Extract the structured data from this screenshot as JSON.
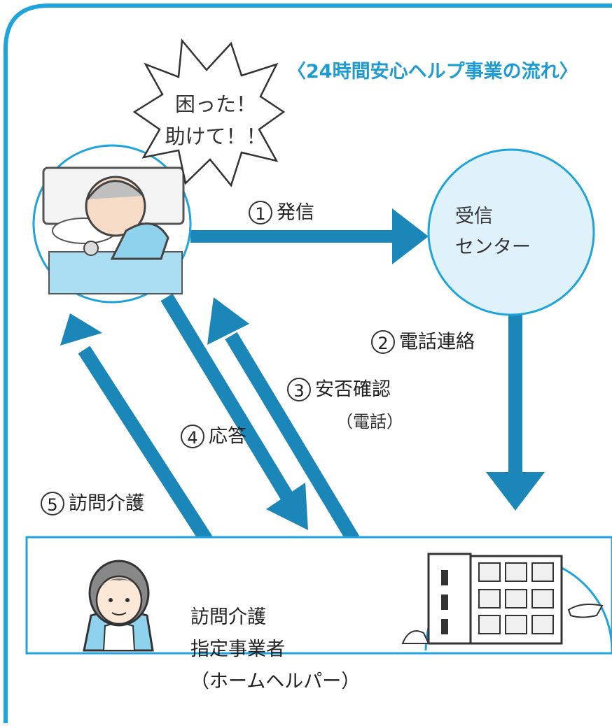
{
  "title": "〈24時間安心ヘルプ事業の流れ〉",
  "help_bubble": {
    "line1": "困った！",
    "line2": "助けて！！"
  },
  "center": {
    "line1": "受信",
    "line2": "センター"
  },
  "agency": {
    "line1": "訪問介護",
    "line2": "指定事業者",
    "line3": "（ホームヘルパー）"
  },
  "steps": [
    {
      "num": "1",
      "label": "発信"
    },
    {
      "num": "2",
      "label": "電話連絡"
    },
    {
      "num": "3",
      "label": "安否確認"
    },
    {
      "num": "4",
      "label": "応答"
    },
    {
      "num": "5",
      "label": "訪問介護"
    }
  ],
  "step3_sub": "（電話）",
  "colors": {
    "accent": "#1f9bd4",
    "arrow": "#1b86b8",
    "circle_fill": "#dff2fb",
    "frame": "#1fa3dc"
  }
}
